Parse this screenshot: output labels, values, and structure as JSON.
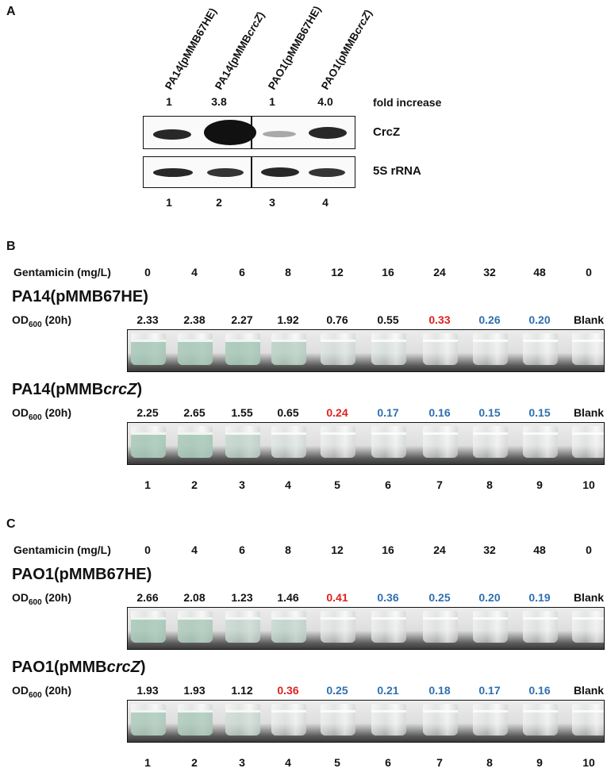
{
  "panel_a": {
    "letter": "A",
    "lanes": [
      {
        "plasmid_prefix": "PA14(pMMB67HE)",
        "plasmid_italic": "",
        "plasmid_suffix": "",
        "fold": "1",
        "number": "1"
      },
      {
        "plasmid_prefix": "PA14(pMMB",
        "plasmid_italic": "crcZ",
        "plasmid_suffix": ")",
        "fold": "3.8",
        "number": "2"
      },
      {
        "plasmid_prefix": "PAO1(pMMB67HE)",
        "plasmid_italic": "",
        "plasmid_suffix": "",
        "fold": "1",
        "number": "3"
      },
      {
        "plasmid_prefix": "PAO1(pMMB",
        "plasmid_italic": "crcZ",
        "plasmid_suffix": ")",
        "fold": "4.0",
        "number": "4"
      }
    ],
    "fold_label": "fold increase",
    "blot_labels": [
      "CrcZ",
      "5S rRNA"
    ]
  },
  "gentamicin_label": "Gentamicin (mg/L)",
  "gentamicin_values": [
    "0",
    "4",
    "6",
    "8",
    "12",
    "16",
    "24",
    "32",
    "48",
    "0"
  ],
  "od_label": {
    "prefix": "OD",
    "sub": "600",
    "suffix": " (20h)"
  },
  "lane_numbers": [
    "1",
    "2",
    "3",
    "4",
    "5",
    "6",
    "7",
    "8",
    "9",
    "10"
  ],
  "colors": {
    "black": "#111111",
    "red": "#e02020",
    "blue": "#2e6fb0"
  },
  "panel_b": {
    "letter": "B",
    "strains": [
      {
        "name_prefix": "PA14(pMMB67HE)",
        "name_italic": "",
        "name_suffix": "",
        "od": [
          "2.33",
          "2.38",
          "2.27",
          "1.92",
          "0.76",
          "0.55",
          "0.33",
          "0.26",
          "0.20",
          "Blank"
        ],
        "od_color": [
          "black",
          "black",
          "black",
          "black",
          "black",
          "black",
          "red",
          "blue",
          "blue",
          "black"
        ],
        "turbidity": [
          0.85,
          0.85,
          0.85,
          0.7,
          0.35,
          0.25,
          0.1,
          0.05,
          0.03,
          0
        ]
      },
      {
        "name_prefix": "PA14(pMMB",
        "name_italic": "crcZ",
        "name_suffix": ")",
        "od": [
          "2.25",
          "2.65",
          "1.55",
          "0.65",
          "0.24",
          "0.17",
          "0.16",
          "0.15",
          "0.15",
          "Blank"
        ],
        "od_color": [
          "black",
          "black",
          "black",
          "black",
          "red",
          "blue",
          "blue",
          "blue",
          "blue",
          "black"
        ],
        "turbidity": [
          0.85,
          0.85,
          0.6,
          0.3,
          0.08,
          0.04,
          0.04,
          0.03,
          0.03,
          0
        ]
      }
    ]
  },
  "panel_c": {
    "letter": "C",
    "strains": [
      {
        "name_prefix": "PAO1(pMMB67HE)",
        "name_italic": "",
        "name_suffix": "",
        "od": [
          "2.66",
          "2.08",
          "1.23",
          "1.46",
          "0.41",
          "0.36",
          "0.25",
          "0.20",
          "0.19",
          "Blank"
        ],
        "od_color": [
          "black",
          "black",
          "black",
          "black",
          "red",
          "blue",
          "blue",
          "blue",
          "blue",
          "black"
        ],
        "turbidity": [
          0.85,
          0.8,
          0.55,
          0.6,
          0.12,
          0.08,
          0.05,
          0.04,
          0.04,
          0
        ]
      },
      {
        "name_prefix": "PAO1(pMMB",
        "name_italic": "crcZ",
        "name_suffix": ")",
        "od": [
          "1.93",
          "1.93",
          "1.12",
          "0.36",
          "0.25",
          "0.21",
          "0.18",
          "0.17",
          "0.16",
          "Blank"
        ],
        "od_color": [
          "black",
          "black",
          "black",
          "red",
          "blue",
          "blue",
          "blue",
          "blue",
          "blue",
          "black"
        ],
        "turbidity": [
          0.8,
          0.8,
          0.5,
          0.1,
          0.05,
          0.04,
          0.04,
          0.03,
          0.03,
          0
        ]
      }
    ]
  }
}
